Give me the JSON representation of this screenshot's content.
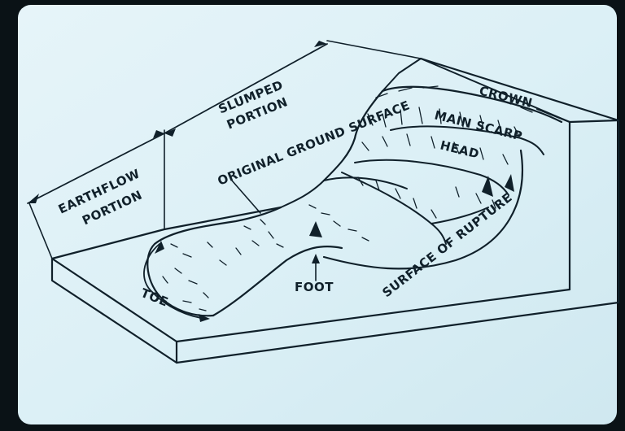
{
  "labels": {
    "slumped": [
      "SLUMPED",
      "PORTION"
    ],
    "earthflow": [
      "EARTHFLOW",
      "PORTION"
    ],
    "original_ground_surface": "ORIGINAL GROUND SURFACE",
    "crown": "CROWN",
    "main_scarp": "MAIN SCARP",
    "head": "HEAD",
    "surface_of_rupture": "SURFACE OF RUPTURE",
    "foot": "FOOT",
    "toe": "TOE"
  },
  "colors": {
    "slide_background": "#dff0f6",
    "ink": "#10202a",
    "frame": "#0a1216"
  }
}
